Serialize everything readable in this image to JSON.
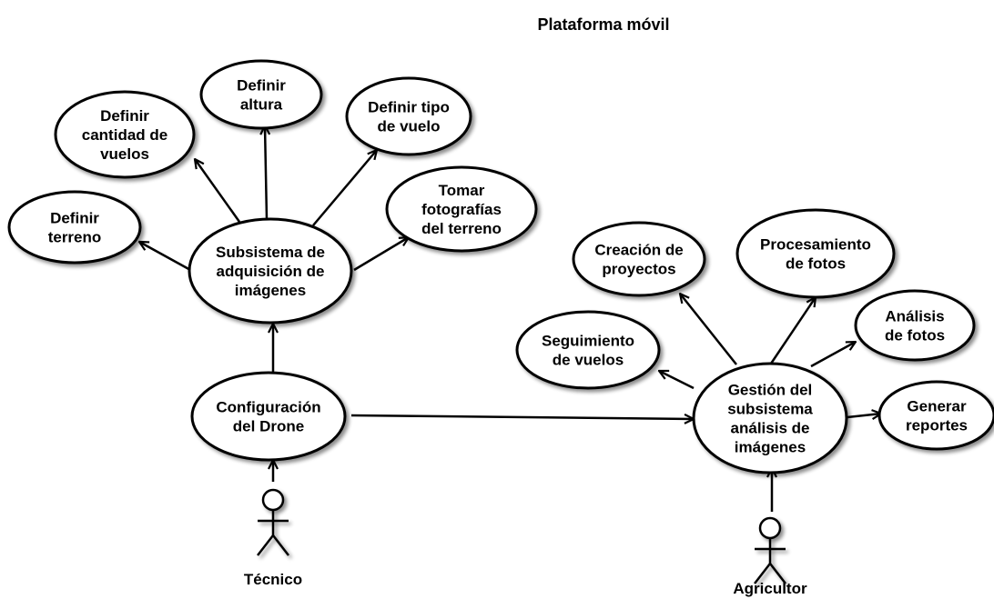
{
  "title": "Plataforma móvil",
  "colors": {
    "stroke": "#000000",
    "fill": "#ffffff",
    "shadow": "#9a9a9a"
  },
  "nodes": [
    {
      "id": "definir-terreno",
      "label": [
        "Definir",
        "terreno"
      ]
    },
    {
      "id": "definir-cantidad-vuelos",
      "label": [
        "Definir",
        "cantidad de",
        "vuelos"
      ]
    },
    {
      "id": "definir-altura",
      "label": [
        "Definir",
        "altura"
      ]
    },
    {
      "id": "definir-tipo-vuelo",
      "label": [
        "Definir tipo",
        "de vuelo"
      ]
    },
    {
      "id": "tomar-fotografias",
      "label": [
        "Tomar",
        "fotografías",
        "del terreno"
      ]
    },
    {
      "id": "subsistema-adquisicion",
      "label": [
        "Subsistema de",
        "adquisición de",
        "imágenes"
      ]
    },
    {
      "id": "configuracion-drone",
      "label": [
        "Configuración",
        "del Drone"
      ]
    },
    {
      "id": "creacion-proyectos",
      "label": [
        "Creación de",
        "proyectos"
      ]
    },
    {
      "id": "procesamiento-fotos",
      "label": [
        "Procesamiento",
        "de fotos"
      ]
    },
    {
      "id": "analisis-fotos",
      "label": [
        "Análisis",
        "de fotos"
      ]
    },
    {
      "id": "seguimiento-vuelos",
      "label": [
        "Seguimiento",
        "de vuelos"
      ]
    },
    {
      "id": "gestion-subsistema",
      "label": [
        "Gestión del",
        "subsistema",
        "análisis de",
        "imágenes"
      ]
    },
    {
      "id": "generar-reportes",
      "label": [
        "Generar",
        "reportes"
      ]
    }
  ],
  "actors": [
    {
      "id": "tecnico",
      "label": "Técnico"
    },
    {
      "id": "agricultor",
      "label": "Agricultor"
    }
  ],
  "edges": [
    {
      "from": "subsistema-adquisicion",
      "to": "definir-terreno"
    },
    {
      "from": "subsistema-adquisicion",
      "to": "definir-cantidad-vuelos"
    },
    {
      "from": "subsistema-adquisicion",
      "to": "definir-altura"
    },
    {
      "from": "subsistema-adquisicion",
      "to": "definir-tipo-vuelo"
    },
    {
      "from": "subsistema-adquisicion",
      "to": "tomar-fotografias"
    },
    {
      "from": "configuracion-drone",
      "to": "subsistema-adquisicion"
    },
    {
      "from": "tecnico",
      "to": "configuracion-drone"
    },
    {
      "from": "configuracion-drone",
      "to": "gestion-subsistema"
    },
    {
      "from": "gestion-subsistema",
      "to": "creacion-proyectos"
    },
    {
      "from": "gestion-subsistema",
      "to": "procesamiento-fotos"
    },
    {
      "from": "gestion-subsistema",
      "to": "analisis-fotos"
    },
    {
      "from": "gestion-subsistema",
      "to": "seguimiento-vuelos"
    },
    {
      "from": "gestion-subsistema",
      "to": "generar-reportes"
    },
    {
      "from": "agricultor",
      "to": "gestion-subsistema"
    }
  ]
}
